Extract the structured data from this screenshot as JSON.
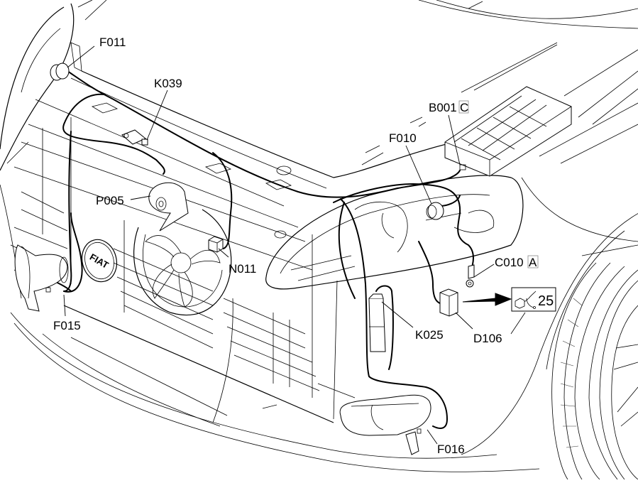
{
  "diagram": {
    "subject": "Front-end wiring harness, car front view",
    "brand_badge": "FIAT",
    "labels": {
      "F011": "F011",
      "K039": "K039",
      "B001": "B001",
      "B001_suffix": "C",
      "F010": "F010",
      "P005": "P005",
      "N011": "N011",
      "C010": "C010",
      "C010_suffix": "A",
      "F015": "F015",
      "K025": "K025",
      "D106": "D106",
      "F016": "F016",
      "ref_number": "25"
    },
    "components": [
      {
        "id": "F011",
        "kind": "left headlamp connector"
      },
      {
        "id": "K039",
        "kind": "sensor"
      },
      {
        "id": "B001",
        "kind": "fuse/relay box",
        "connector": "C"
      },
      {
        "id": "F010",
        "kind": "right headlamp connector"
      },
      {
        "id": "P005",
        "kind": "horn"
      },
      {
        "id": "N011",
        "kind": "connector"
      },
      {
        "id": "C010",
        "kind": "ground point",
        "connector": "A"
      },
      {
        "id": "F015",
        "kind": "left fog lamp"
      },
      {
        "id": "K025",
        "kind": "sensor"
      },
      {
        "id": "D106",
        "kind": "connector block"
      },
      {
        "id": "F016",
        "kind": "right fog lamp"
      }
    ],
    "reference_callout": {
      "points_from": "D106",
      "ref": "25",
      "icon": "connector-wire-icon"
    }
  }
}
